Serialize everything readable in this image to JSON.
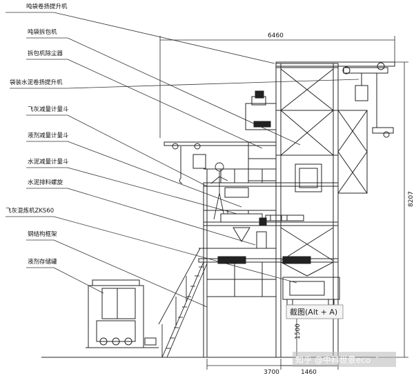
{
  "labels": [
    "吨袋卷扬提升机",
    "吨袋拆包机",
    "拆包机除尘器",
    "袋装水泥卷扬提升机",
    "飞灰减量计量斗",
    "液剂减量计量斗",
    "水泥减量计量斗",
    "水泥排料螺旋",
    "飞灰混炼机ZKS60",
    "钢结构框架",
    "液剂存储罐"
  ],
  "dimensions": {
    "width_top": "6460",
    "height_total": "8207",
    "height_platform": "1500",
    "width_left": "3700",
    "width_right": "1460"
  },
  "tooltip": "截图(Alt + A)",
  "watermark": "知乎 @中科世景eco"
}
